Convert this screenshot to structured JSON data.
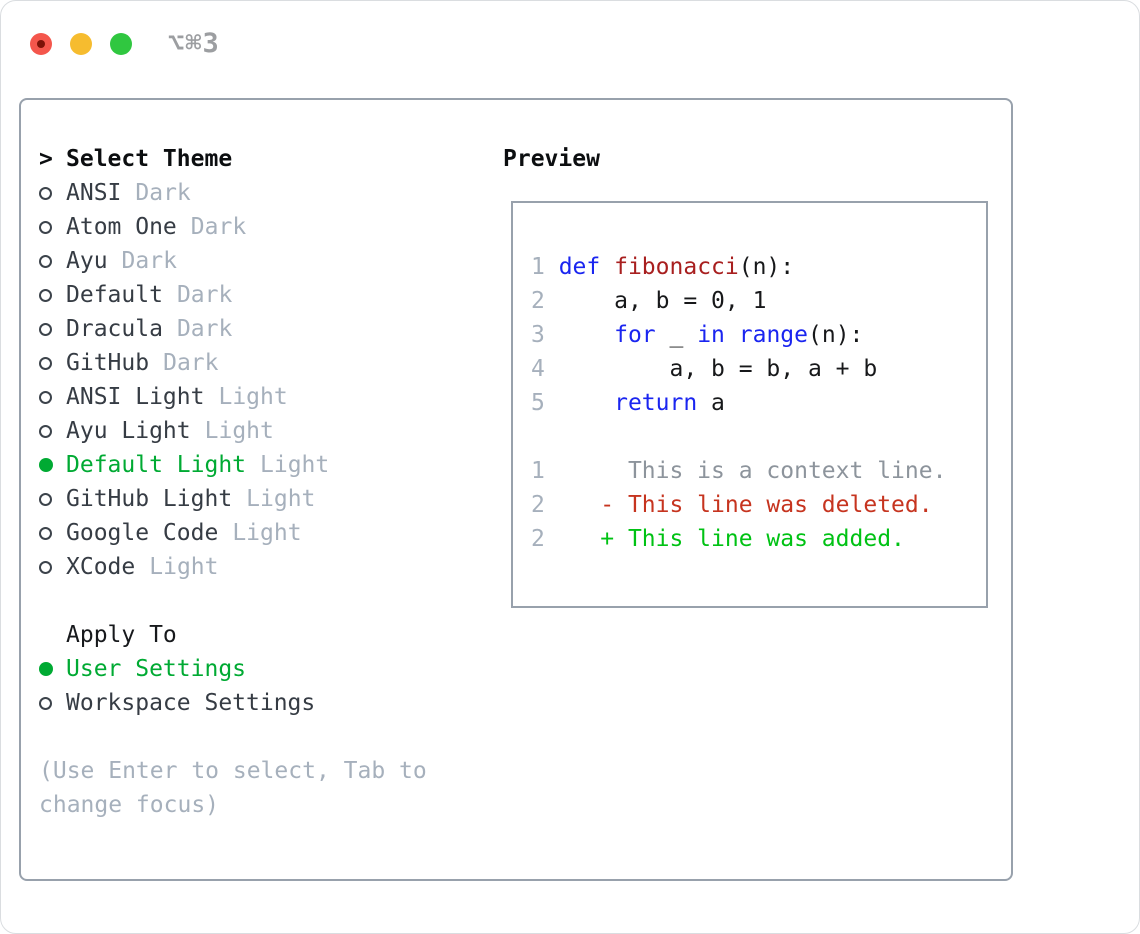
{
  "window": {
    "titlebar": {
      "shortcut_label": "⌥⌘3",
      "traffic_lights": [
        "close",
        "minimize",
        "zoom"
      ]
    }
  },
  "theme_panel": {
    "header": {
      "prompt": ">",
      "title": "Select Theme"
    },
    "themes": [
      {
        "name": "ANSI",
        "variant": "Dark",
        "selected": false
      },
      {
        "name": "Atom One",
        "variant": "Dark",
        "selected": false
      },
      {
        "name": "Ayu",
        "variant": "Dark",
        "selected": false
      },
      {
        "name": "Default",
        "variant": "Dark",
        "selected": false
      },
      {
        "name": "Dracula",
        "variant": "Dark",
        "selected": false
      },
      {
        "name": "GitHub",
        "variant": "Dark",
        "selected": false
      },
      {
        "name": "ANSI Light",
        "variant": "Light",
        "selected": false
      },
      {
        "name": "Ayu Light",
        "variant": "Light",
        "selected": false
      },
      {
        "name": "Default Light",
        "variant": "Light",
        "selected": true
      },
      {
        "name": "GitHub Light",
        "variant": "Light",
        "selected": false
      },
      {
        "name": "Google Code",
        "variant": "Light",
        "selected": false
      },
      {
        "name": "XCode",
        "variant": "Light",
        "selected": false
      }
    ],
    "apply_to": {
      "title": "Apply To",
      "options": [
        {
          "name": "User Settings",
          "selected": true
        },
        {
          "name": "Workspace Settings",
          "selected": false
        }
      ]
    },
    "hint": "(Use Enter to select, Tab to change focus)"
  },
  "preview": {
    "title": "Preview",
    "code_lines": [
      {
        "num": "1",
        "tokens": [
          {
            "text": "def",
            "type": "keyword"
          },
          {
            "text": " ",
            "type": "plain"
          },
          {
            "text": "fibonacci",
            "type": "function"
          },
          {
            "text": "(n):",
            "type": "plain"
          }
        ]
      },
      {
        "num": "2",
        "tokens": [
          {
            "text": "    a, b = 0, 1",
            "type": "plain"
          }
        ]
      },
      {
        "num": "3",
        "tokens": [
          {
            "text": "    ",
            "type": "plain"
          },
          {
            "text": "for",
            "type": "keyword"
          },
          {
            "text": " _ ",
            "type": "plain"
          },
          {
            "text": "in",
            "type": "keyword"
          },
          {
            "text": " ",
            "type": "plain"
          },
          {
            "text": "range",
            "type": "keyword"
          },
          {
            "text": "(n):",
            "type": "plain"
          }
        ]
      },
      {
        "num": "4",
        "tokens": [
          {
            "text": "        a, b = b, a + b",
            "type": "plain"
          }
        ]
      },
      {
        "num": "5",
        "tokens": [
          {
            "text": "    ",
            "type": "plain"
          },
          {
            "text": "return",
            "type": "keyword"
          },
          {
            "text": " a",
            "type": "plain"
          }
        ]
      }
    ],
    "diff_lines": [
      {
        "num": "1",
        "text": "     This is a context line.",
        "type": "context"
      },
      {
        "num": "2",
        "text": "   - This line was deleted.",
        "type": "deleted"
      },
      {
        "num": "2",
        "text": "   + This line was added.",
        "type": "added"
      }
    ]
  },
  "colors": {
    "selection-green": "#00aa33",
    "added-green": "#00c214",
    "deleted-red": "#c6341f",
    "keyword-blue": "#1a25f0",
    "function-red": "#a81f1f",
    "muted-gray": "#a6b0bc",
    "context-gray": "#8d949c",
    "border-gray": "#98a1ac"
  }
}
